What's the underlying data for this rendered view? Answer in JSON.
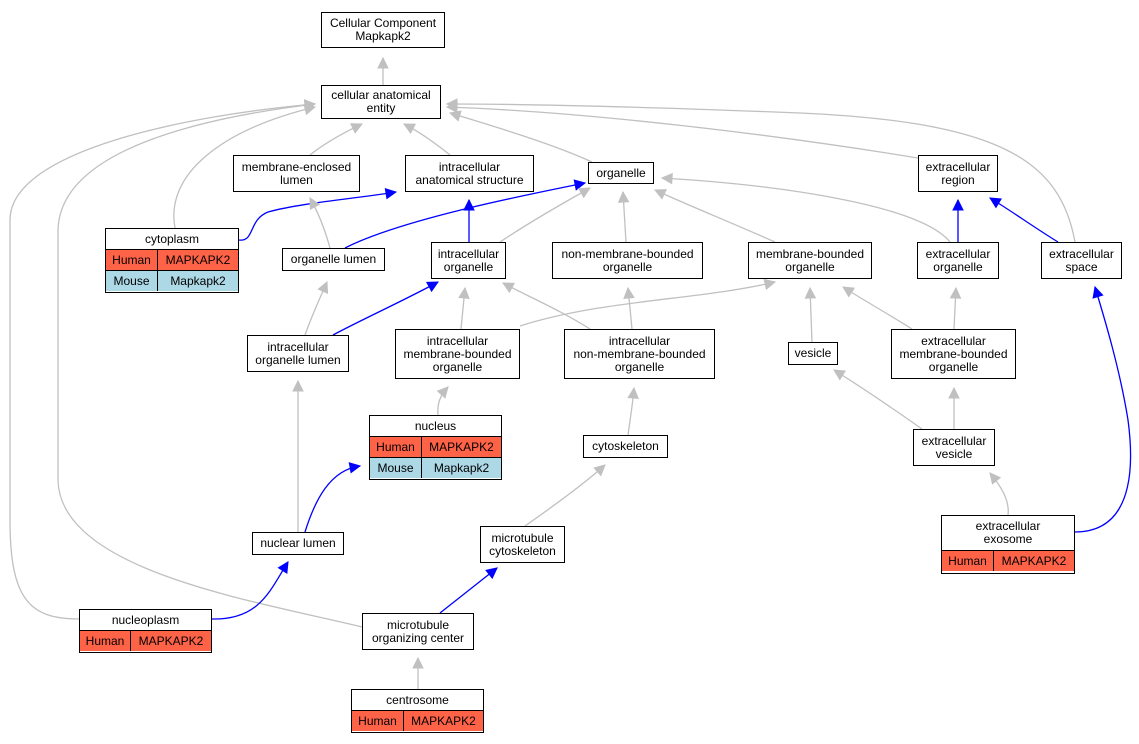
{
  "colors": {
    "is_a_edge": "#c0c0c0",
    "part_of_edge": "#0000ff",
    "human": "#ff6347",
    "mouse": "#add8e6"
  },
  "nodes": {
    "root": {
      "line1": "Cellular Component",
      "line2": "Mapkapk2"
    },
    "cellular_anatomical_entity": "cellular anatomical\nentity",
    "membrane_enclosed_lumen": "membrane-enclosed\nlumen",
    "intracellular_anatomical_structure": "intracellular\nanatomical structure",
    "organelle": "organelle",
    "extracellular_region": "extracellular\nregion",
    "organelle_lumen": "organelle lumen",
    "intracellular_organelle": "intracellular\norganelle",
    "non_membrane_bounded_organelle": "non-membrane-bounded\norganelle",
    "membrane_bounded_organelle": "membrane-bounded\norganelle",
    "extracellular_organelle": "extracellular\norganelle",
    "extracellular_space": "extracellular\nspace",
    "intracellular_organelle_lumen": "intracellular\norganelle lumen",
    "intracellular_membrane_bounded_organelle": "intracellular\nmembrane-bounded\norganelle",
    "intracellular_non_membrane_bounded_organelle": "intracellular\nnon-membrane-bounded\norganelle",
    "vesicle": "vesicle",
    "extracellular_membrane_bounded_organelle": "extracellular\nmembrane-bounded\norganelle",
    "cytoskeleton": "cytoskeleton",
    "extracellular_vesicle": "extracellular\nvesicle",
    "nuclear_lumen": "nuclear lumen",
    "microtubule_cytoskeleton": "microtubule\ncytoskeleton",
    "microtubule_organizing_center": "microtubule\norganizing center"
  },
  "annotated": {
    "cytoplasm": {
      "title": "cytoplasm",
      "rows": [
        {
          "species": "Human",
          "gene": "MAPKAPK2"
        },
        {
          "species": "Mouse",
          "gene": "Mapkapk2"
        }
      ]
    },
    "nucleus": {
      "title": "nucleus",
      "rows": [
        {
          "species": "Human",
          "gene": "MAPKAPK2"
        },
        {
          "species": "Mouse",
          "gene": "Mapkapk2"
        }
      ]
    },
    "extracellular_exosome": {
      "title": "extracellular\nexosome",
      "rows": [
        {
          "species": "Human",
          "gene": "MAPKAPK2"
        }
      ]
    },
    "nucleoplasm": {
      "title": "nucleoplasm",
      "rows": [
        {
          "species": "Human",
          "gene": "MAPKAPK2"
        }
      ]
    },
    "centrosome": {
      "title": "centrosome",
      "rows": [
        {
          "species": "Human",
          "gene": "MAPKAPK2"
        }
      ]
    }
  },
  "edges": [
    {
      "from": "cellular_anatomical_entity",
      "to": "root",
      "type": "is_a"
    },
    {
      "from": "membrane_enclosed_lumen",
      "to": "cellular_anatomical_entity",
      "type": "is_a"
    },
    {
      "from": "intracellular_anatomical_structure",
      "to": "cellular_anatomical_entity",
      "type": "is_a"
    },
    {
      "from": "organelle",
      "to": "cellular_anatomical_entity",
      "type": "is_a"
    },
    {
      "from": "extracellular_region",
      "to": "cellular_anatomical_entity",
      "type": "is_a"
    },
    {
      "from": "cytoplasm",
      "to": "cellular_anatomical_entity",
      "type": "is_a"
    },
    {
      "from": "extracellular_space",
      "to": "cellular_anatomical_entity",
      "type": "is_a"
    },
    {
      "from": "nucleoplasm",
      "to": "cellular_anatomical_entity",
      "type": "is_a"
    },
    {
      "from": "microtubule_organizing_center",
      "to": "cellular_anatomical_entity",
      "type": "is_a"
    },
    {
      "from": "cytoplasm",
      "to": "intracellular_anatomical_structure",
      "type": "part_of"
    },
    {
      "from": "organelle_lumen",
      "to": "membrane_enclosed_lumen",
      "type": "is_a"
    },
    {
      "from": "organelle_lumen",
      "to": "organelle",
      "type": "part_of"
    },
    {
      "from": "intracellular_organelle",
      "to": "intracellular_anatomical_structure",
      "type": "part_of"
    },
    {
      "from": "intracellular_organelle",
      "to": "organelle",
      "type": "is_a"
    },
    {
      "from": "non_membrane_bounded_organelle",
      "to": "organelle",
      "type": "is_a"
    },
    {
      "from": "membrane_bounded_organelle",
      "to": "organelle",
      "type": "is_a"
    },
    {
      "from": "extracellular_organelle",
      "to": "organelle",
      "type": "is_a"
    },
    {
      "from": "extracellular_organelle",
      "to": "extracellular_region",
      "type": "part_of"
    },
    {
      "from": "extracellular_space",
      "to": "extracellular_region",
      "type": "part_of"
    },
    {
      "from": "intracellular_organelle_lumen",
      "to": "organelle_lumen",
      "type": "is_a"
    },
    {
      "from": "intracellular_organelle_lumen",
      "to": "intracellular_organelle",
      "type": "part_of"
    },
    {
      "from": "intracellular_membrane_bounded_organelle",
      "to": "intracellular_organelle",
      "type": "is_a"
    },
    {
      "from": "intracellular_membrane_bounded_organelle",
      "to": "membrane_bounded_organelle",
      "type": "is_a"
    },
    {
      "from": "intracellular_non_membrane_bounded_organelle",
      "to": "intracellular_organelle",
      "type": "is_a"
    },
    {
      "from": "intracellular_non_membrane_bounded_organelle",
      "to": "non_membrane_bounded_organelle",
      "type": "is_a"
    },
    {
      "from": "vesicle",
      "to": "membrane_bounded_organelle",
      "type": "is_a"
    },
    {
      "from": "extracellular_membrane_bounded_organelle",
      "to": "membrane_bounded_organelle",
      "type": "is_a"
    },
    {
      "from": "extracellular_membrane_bounded_organelle",
      "to": "extracellular_organelle",
      "type": "is_a"
    },
    {
      "from": "nucleus",
      "to": "intracellular_membrane_bounded_organelle",
      "type": "is_a"
    },
    {
      "from": "cytoskeleton",
      "to": "intracellular_non_membrane_bounded_organelle",
      "type": "is_a"
    },
    {
      "from": "extracellular_vesicle",
      "to": "vesicle",
      "type": "is_a"
    },
    {
      "from": "extracellular_vesicle",
      "to": "extracellular_membrane_bounded_organelle",
      "type": "is_a"
    },
    {
      "from": "nuclear_lumen",
      "to": "intracellular_organelle_lumen",
      "type": "is_a"
    },
    {
      "from": "nuclear_lumen",
      "to": "nucleus",
      "type": "part_of"
    },
    {
      "from": "microtubule_cytoskeleton",
      "to": "cytoskeleton",
      "type": "is_a"
    },
    {
      "from": "extracellular_exosome",
      "to": "extracellular_vesicle",
      "type": "is_a"
    },
    {
      "from": "extracellular_exosome",
      "to": "extracellular_space",
      "type": "part_of"
    },
    {
      "from": "nucleoplasm",
      "to": "nuclear_lumen",
      "type": "part_of"
    },
    {
      "from": "microtubule_organizing_center",
      "to": "microtubule_cytoskeleton",
      "type": "part_of"
    },
    {
      "from": "centrosome",
      "to": "microtubule_organizing_center",
      "type": "is_a"
    }
  ]
}
